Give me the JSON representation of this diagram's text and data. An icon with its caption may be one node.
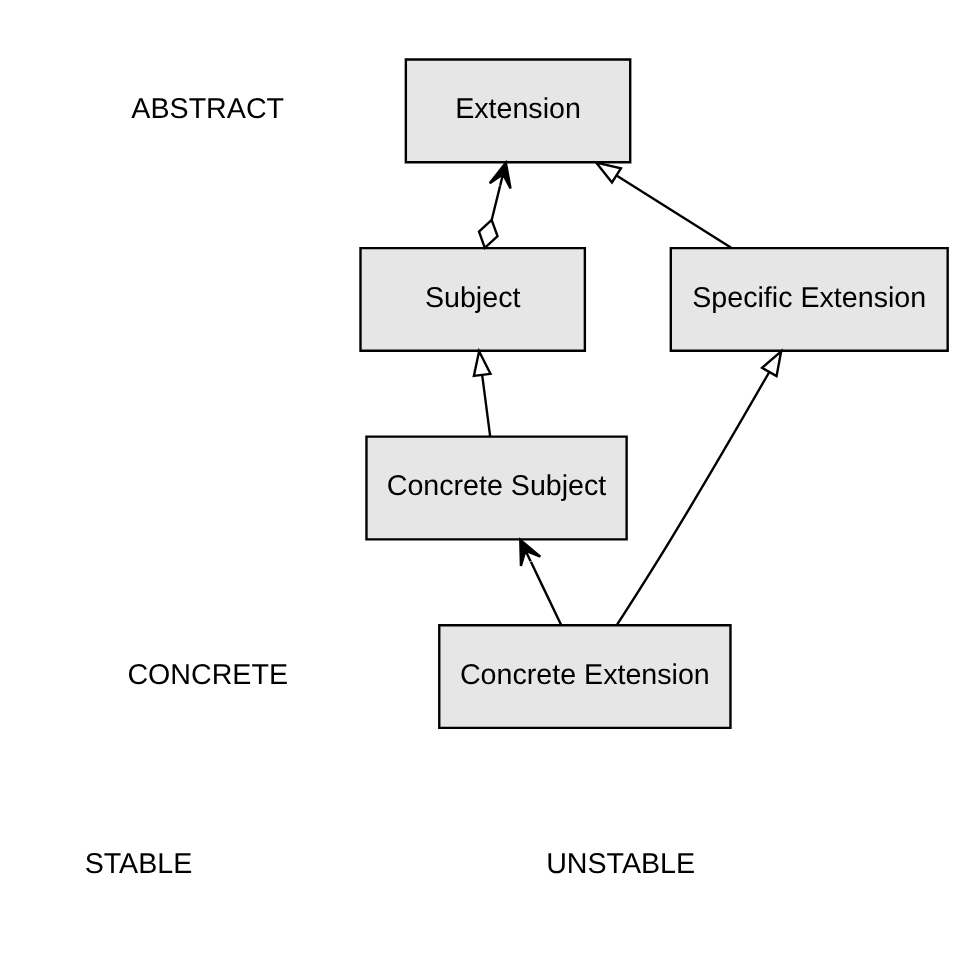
{
  "diagram": {
    "nodes": [
      {
        "text": [
          "Extension"
        ]
      },
      {
        "text": [
          "Subject"
        ]
      },
      {
        "text": [
          "Specific Extension"
        ]
      },
      {
        "text": [
          "Concrete Subject"
        ]
      },
      {
        "text": [
          "Concrete Extension"
        ]
      }
    ],
    "edges": [
      {
        "from": 1,
        "to": 0,
        "arrow": "to"
      },
      {
        "from": 2,
        "to": 0,
        "arrow": "to"
      },
      {
        "from": 3,
        "to": 1,
        "arrow": "to"
      },
      {
        "from": 4,
        "to": 2,
        "arrow": "to"
      },
      {
        "from": 4,
        "to": 3,
        "arrow": "to"
      }
    ],
    "labels": [
      "ABSTRACT",
      "CONCRETE",
      "STABLE",
      "UNSTABLE"
    ]
  }
}
